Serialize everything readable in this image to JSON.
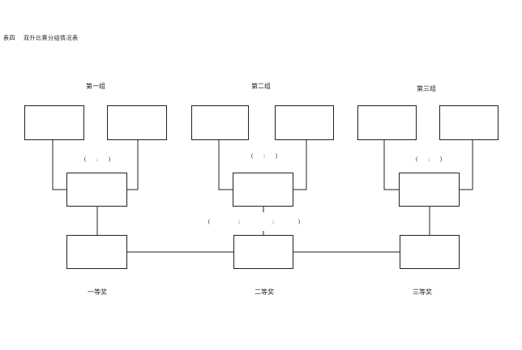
{
  "caption": {
    "table_no": "表四",
    "title": "双升比赛分组情况表"
  },
  "groups": [
    "第一组",
    "第二组",
    "第三组"
  ],
  "score_brackets": {
    "pair": [
      "(",
      ":",
      ")"
    ],
    "triple": [
      "(",
      ":",
      ":",
      ")"
    ]
  },
  "prizes": [
    "一等奖",
    "二等奖",
    "三等奖"
  ]
}
